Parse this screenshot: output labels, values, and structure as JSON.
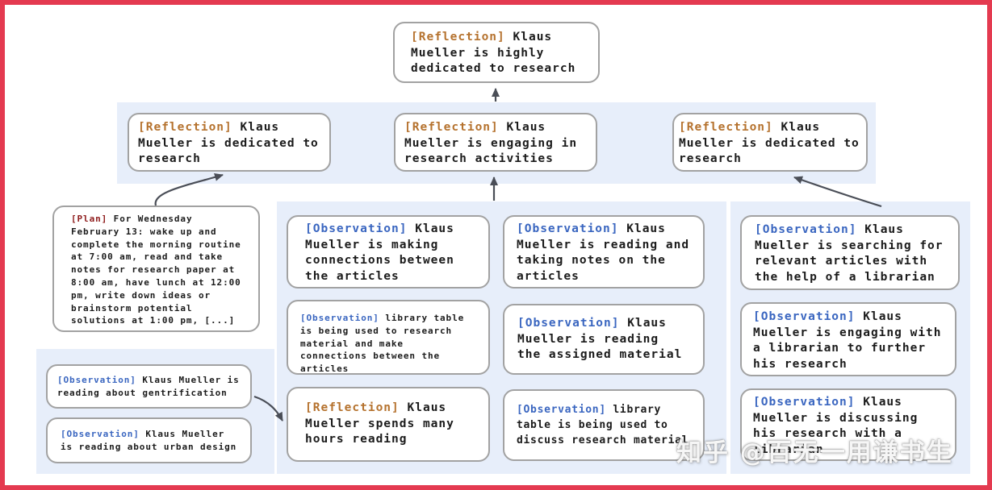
{
  "colors": {
    "frame_border": "#e43a50",
    "group_background": "#e7eefa",
    "node_border": "#a2a2a2",
    "reflection_tag": "#b5722e",
    "observation_tag": "#3a66c0",
    "plan_tag": "#8e1b1b",
    "arrow": "#4a4e57",
    "text": "#1b1b1b"
  },
  "watermark": "知乎 @百无一用谦书生",
  "nodes": {
    "root": {
      "tag": "[Reflection]",
      "text": "Klaus Mueller is highly dedicated to research"
    },
    "ref_left": {
      "tag": "[Reflection]",
      "text": "Klaus Mueller is dedicated to research"
    },
    "ref_mid": {
      "tag": "[Reflection]",
      "text": "Klaus Mueller is engaging in research activities"
    },
    "ref_right": {
      "tag": "[Reflection]",
      "text": "Klaus Mueller is dedicated to research"
    },
    "plan": {
      "tag": "[Plan]",
      "text": "For Wednesday February 13: wake up and complete the morning routine at 7:00 am, read and take notes for research paper at 8:00 am, have lunch at 12:00 pm, write down ideas or brainstorm potential solutions at 1:00 pm, [...]"
    },
    "obs_gentrification": {
      "tag": "[Observation]",
      "text": "Klaus Mueller is reading about gentrification"
    },
    "obs_urban_design": {
      "tag": "[Observation]",
      "text": "Klaus Mueller is reading about urban design"
    },
    "obs_connections": {
      "tag": "[Observation]",
      "text": "Klaus Mueller is making connections between the articles"
    },
    "obs_library_research": {
      "tag": "[Observation]",
      "text": "library table is being used to research material and make connections between the articles"
    },
    "ref_hours_reading": {
      "tag": "[Reflection]",
      "text": "Klaus Mueller spends many hours reading"
    },
    "obs_taking_notes": {
      "tag": "[Observation]",
      "text": "Klaus Mueller is reading and taking notes on the articles"
    },
    "obs_assigned_material": {
      "tag": "[Observation]",
      "text": "Klaus Mueller is reading the assigned material"
    },
    "obs_library_discuss": {
      "tag": "[Observation]",
      "text": "library table is being used to discuss research material"
    },
    "obs_searching_articles": {
      "tag": "[Observation]",
      "text": "Klaus Mueller is searching for relevant articles with the help of a librarian"
    },
    "obs_engaging_librarian": {
      "tag": "[Observation]",
      "text": "Klaus Mueller is engaging with a librarian to further his research"
    },
    "obs_discussing_research": {
      "tag": "[Observation]",
      "text": "Klaus Mueller is discussing his research with a librarian"
    }
  }
}
